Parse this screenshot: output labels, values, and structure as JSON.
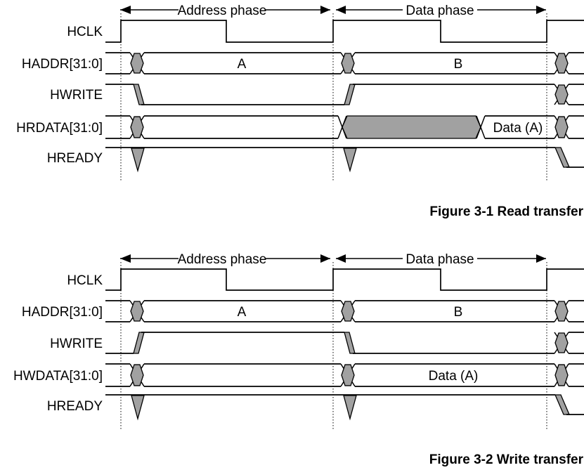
{
  "colors": {
    "invalid_gray": "#a1a1a1",
    "line_black": "#000000",
    "background": "#ffffff"
  },
  "figures": [
    {
      "caption": "Figure 3-1 Read transfer",
      "phases": {
        "address": "Address phase",
        "data": "Data phase"
      },
      "signals": [
        {
          "name": "HCLK"
        },
        {
          "name": "HADDR[31:0]",
          "values": [
            "A",
            "B"
          ]
        },
        {
          "name": "HWRITE"
        },
        {
          "name": "HRDATA[31:0]",
          "values": [
            "Data (A)"
          ]
        },
        {
          "name": "HREADY"
        }
      ]
    },
    {
      "caption": "Figure 3-2 Write transfer",
      "phases": {
        "address": "Address phase",
        "data": "Data phase"
      },
      "signals": [
        {
          "name": "HCLK"
        },
        {
          "name": "HADDR[31:0]",
          "values": [
            "A",
            "B"
          ]
        },
        {
          "name": "HWRITE"
        },
        {
          "name": "HWDATA[31:0]",
          "values": [
            "Data (A)"
          ]
        },
        {
          "name": "HREADY"
        }
      ]
    }
  ]
}
